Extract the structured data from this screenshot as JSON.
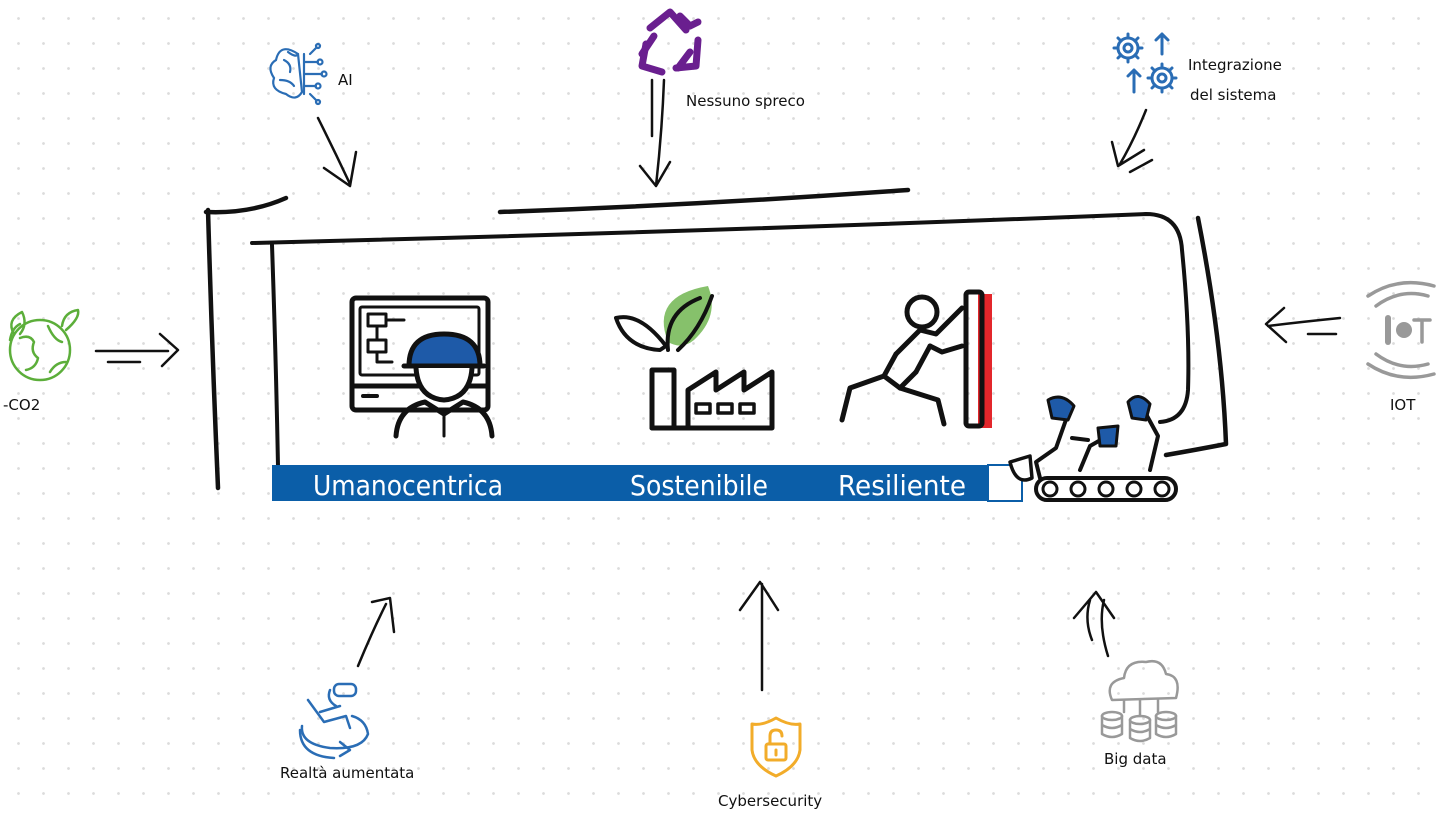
{
  "pillars": [
    {
      "label": "Umanocentrica",
      "icon": "worker-control-panel-icon"
    },
    {
      "label": "Sostenibile",
      "icon": "green-factory-icon"
    },
    {
      "label": "Resiliente",
      "icon": "person-pushing-wall-icon"
    }
  ],
  "center_icon": "robotic-assembly-line-icon",
  "inputs": {
    "ai": {
      "label": "AI",
      "icon": "ai-brain-icon"
    },
    "no_waste": {
      "label": "Nessuno spreco",
      "icon": "recycle-icon"
    },
    "integration": {
      "label_line1": "Integrazione",
      "label_line2": "del sistema",
      "icon": "gears-sync-icon"
    },
    "co2": {
      "label": "-CO2",
      "icon": "green-earth-icon"
    },
    "iot": {
      "label": "IOT",
      "icon": "iot-signal-icon"
    },
    "ar": {
      "label": "Realtà aumentata",
      "icon": "augmented-reality-icon"
    },
    "cyber": {
      "label": "Cybersecurity",
      "icon": "security-shield-lock-icon"
    },
    "bigdata": {
      "label": "Big data",
      "icon": "cloud-database-icon"
    }
  },
  "colors": {
    "band": "#0b5ea8",
    "ink": "#111111",
    "green": "#5cae3a",
    "purple": "#6a1f8f",
    "orange": "#f2ac2a",
    "red": "#e3262b",
    "grey": "#999999",
    "blue_icon": "#2a6db5",
    "leaf": "#86c16b"
  }
}
